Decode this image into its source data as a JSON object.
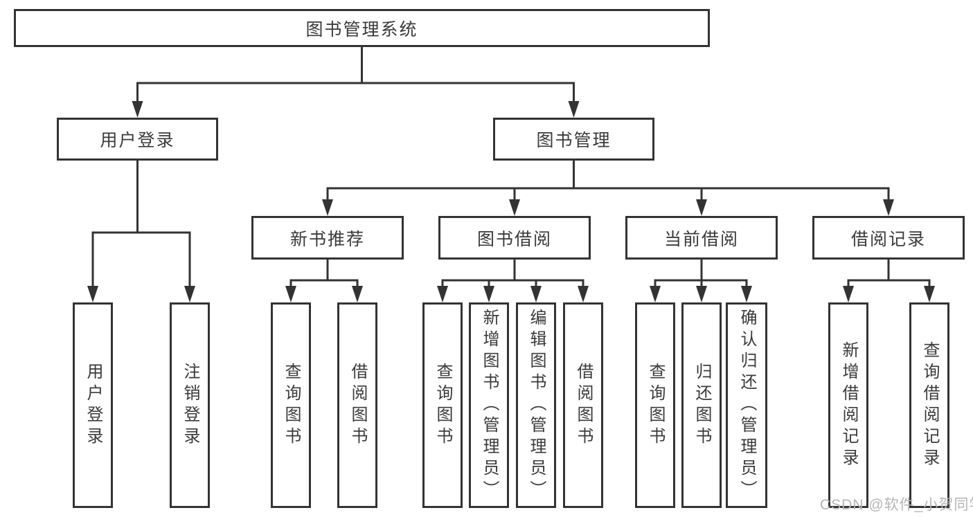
{
  "tree": {
    "root": {
      "label": "图书管理系统",
      "children": [
        {
          "label": "用户登录",
          "children": [
            {
              "label": "用户登录"
            },
            {
              "label": "注销登录"
            }
          ]
        },
        {
          "label": "图书管理",
          "children": [
            {
              "label": "新书推荐",
              "children": [
                {
                  "label": "查询图书"
                },
                {
                  "label": "借阅图书"
                }
              ]
            },
            {
              "label": "图书借阅",
              "children": [
                {
                  "label": "查询图书"
                },
                {
                  "label": "新增图书（管理员）"
                },
                {
                  "label": "编辑图书（管理员）"
                },
                {
                  "label": "借阅图书"
                }
              ]
            },
            {
              "label": "当前借阅",
              "children": [
                {
                  "label": "查询图书"
                },
                {
                  "label": "归还图书"
                },
                {
                  "label": "确认归还（管理员）"
                }
              ]
            },
            {
              "label": "借阅记录",
              "children": [
                {
                  "label": "新增借阅记录"
                },
                {
                  "label": "查询借阅记录"
                }
              ]
            }
          ]
        }
      ]
    }
  },
  "watermark": {
    "text": "CSDN @软件_小贺同学"
  },
  "colors": {
    "line": "#333333",
    "text": "#3a3a3a",
    "watermark": "#b5b5b5",
    "background": "#ffffff"
  }
}
